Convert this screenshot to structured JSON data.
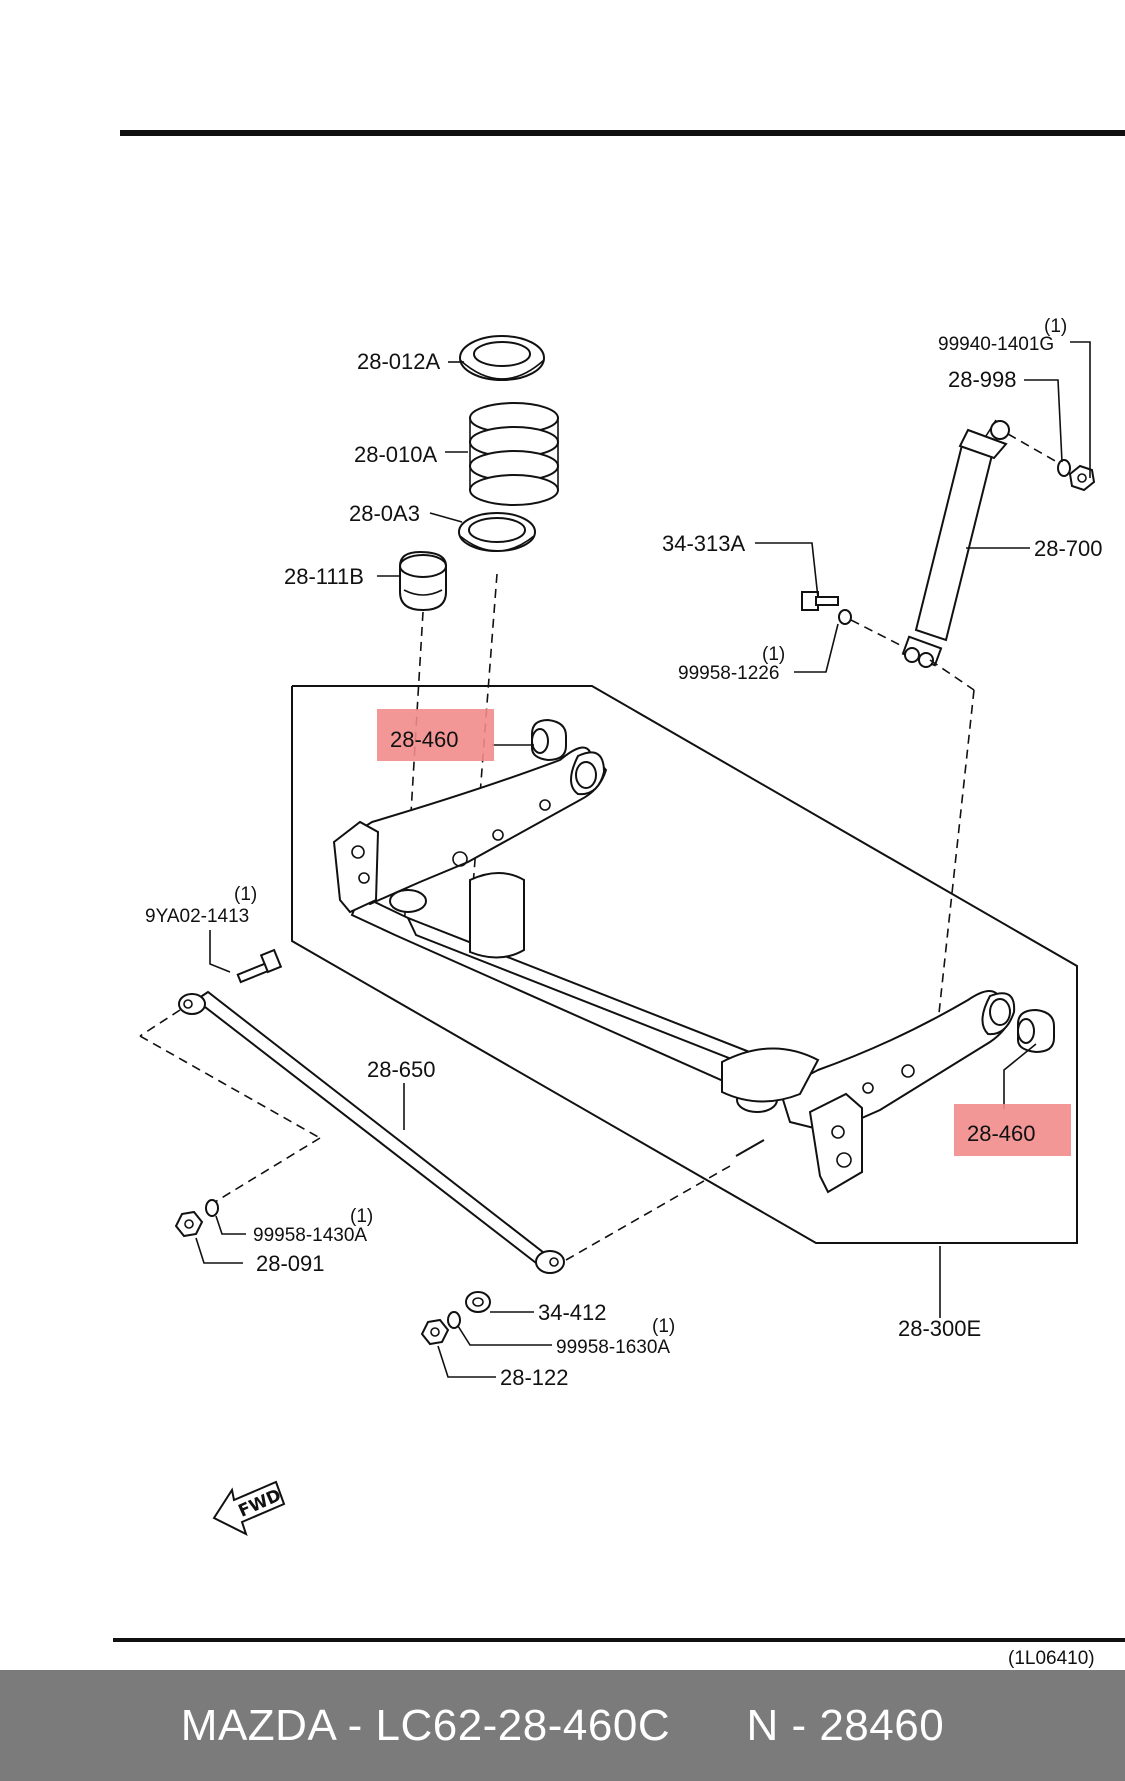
{
  "diagram": {
    "callouts": {
      "spring_seat_upper": "28-012A",
      "coil_spring": "28-010A",
      "spring_seat_lower": "28-0A3",
      "bump_stopper": "28-111B",
      "bushing_left": "28-460",
      "bushing_right": "28-460",
      "nut_shock_top": "99940-1401G",
      "washer_shock_top": "28-998",
      "shock_absorber": "28-700",
      "bolt_shock_lower": "34-313A",
      "washer_shock_lower": "99958-1226",
      "bolt_lateral_rod": "9YA02-1413",
      "lateral_rod": "28-650",
      "washer_lateral_left": "99958-1430A",
      "nut_lateral_left": "28-091",
      "washer_lateral_right_a": "34-412",
      "washer_lateral_right_b": "99958-1630A",
      "nut_lateral_right": "28-122",
      "axle_assembly": "28-300E"
    },
    "quantities": {
      "nut_shock_top": "(1)",
      "washer_shock_lower": "(1)",
      "bolt_lateral_rod": "(1)",
      "washer_lateral_left": "(1)",
      "washer_lateral_right_b": "(1)"
    },
    "fwd_label": "FWD",
    "figure_ref": "(1L06410)",
    "highlight_color": "#f28b8b"
  },
  "footer": {
    "brand_part": "MAZDA - LC62-28-460C",
    "number": "N - 28460"
  }
}
